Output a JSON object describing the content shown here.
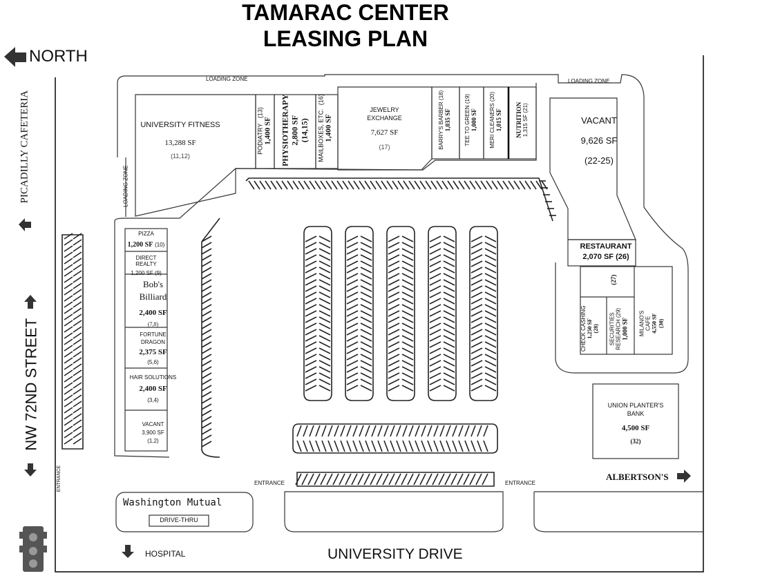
{
  "title": {
    "line1": "TAMARAC CENTER",
    "line2": "LEASING PLAN"
  },
  "compass": {
    "label": "NORTH"
  },
  "streets": {
    "west_top": "PICADILLY CAFETERIA",
    "west": "NW 72ND STREET",
    "south": "UNIVERSITY DRIVE",
    "east": "ALBERTSON'S",
    "hospital": "HOSPITAL"
  },
  "labels": {
    "loading_zone": "LOADING ZONE",
    "entrance": "ENTRANCE",
    "drive_thru": "DRIVE-THRU"
  },
  "units": {
    "fitness": {
      "name": "UNIVERSITY FITNESS",
      "area": "13,288 SF",
      "num": "(11,12)"
    },
    "podiatry": {
      "name": "PODIATRY",
      "num": "(13)",
      "area": "1,400 SF"
    },
    "physio": {
      "name": "PHYSIOTHERAPY",
      "area": "2,800 SF",
      "num": "(14,15)"
    },
    "mailboxes": {
      "name": "MAILBOXES, ETC.",
      "num": "(16)",
      "area": "1,400 SF"
    },
    "jewelry": {
      "name1": "JEWELRY",
      "name2": "EXCHANGE",
      "area": "7,627 SF",
      "num": "(17)"
    },
    "barber": {
      "name": "BARRY'S BARBER",
      "num": "(18)",
      "area": "1,035 SF"
    },
    "tee": {
      "name": "TEE TO GREEN",
      "num": "(19)",
      "area": "1,000 SF"
    },
    "cleaners": {
      "name": "MERI CLEANERS",
      "num": "(20)",
      "area": "1,015 SF"
    },
    "nutrition": {
      "name": "NUTRITION",
      "area": "1,315 SF",
      "num": "(21)"
    },
    "vacant_east": {
      "name": "VACANT",
      "area": "9,626 SF",
      "num": "(22-25)"
    },
    "restaurant": {
      "name": "RESTAURANT",
      "area": "2,070 SF",
      "num": "(26)"
    },
    "unit27": {
      "num": "(27)"
    },
    "check": {
      "name": "CHECK CASHING",
      "area": "1,250 SF",
      "num": "(28)"
    },
    "securities": {
      "name1": "SECURITIES",
      "name2": "RESEARCH (29)",
      "area": "1,000 SF"
    },
    "milano": {
      "name1": "MILANO'S",
      "name2": "CAFE",
      "area": "4,550 SF",
      "num": "(30)"
    },
    "bank": {
      "name1": "UNION PLANTER'S",
      "name2": "BANK",
      "area": "4,500 SF",
      "num": "(32)"
    },
    "pizza": {
      "name": "PIZZA",
      "area": "1,200 SF",
      "num": "(10)"
    },
    "realty": {
      "name": "DIRECT REALTY",
      "line2": "1,200 SF (9)"
    },
    "billiard": {
      "name1": "Bob's",
      "name2": "Billiard",
      "area": "2,400 SF",
      "num": "(7,8)"
    },
    "dragon": {
      "name1": "FORTUNE",
      "name2": "DRAGON",
      "area": "2,375 SF",
      "num": "(5,6)"
    },
    "hair": {
      "name": "HAIR SOLUTIONS",
      "area": "2,400 SF",
      "num": "(3,4)"
    },
    "vacant_west": {
      "name": "VACANT",
      "area": "3,900 SF",
      "num": "(1,2)"
    },
    "wamu": {
      "name": "Washington Mutual"
    }
  }
}
